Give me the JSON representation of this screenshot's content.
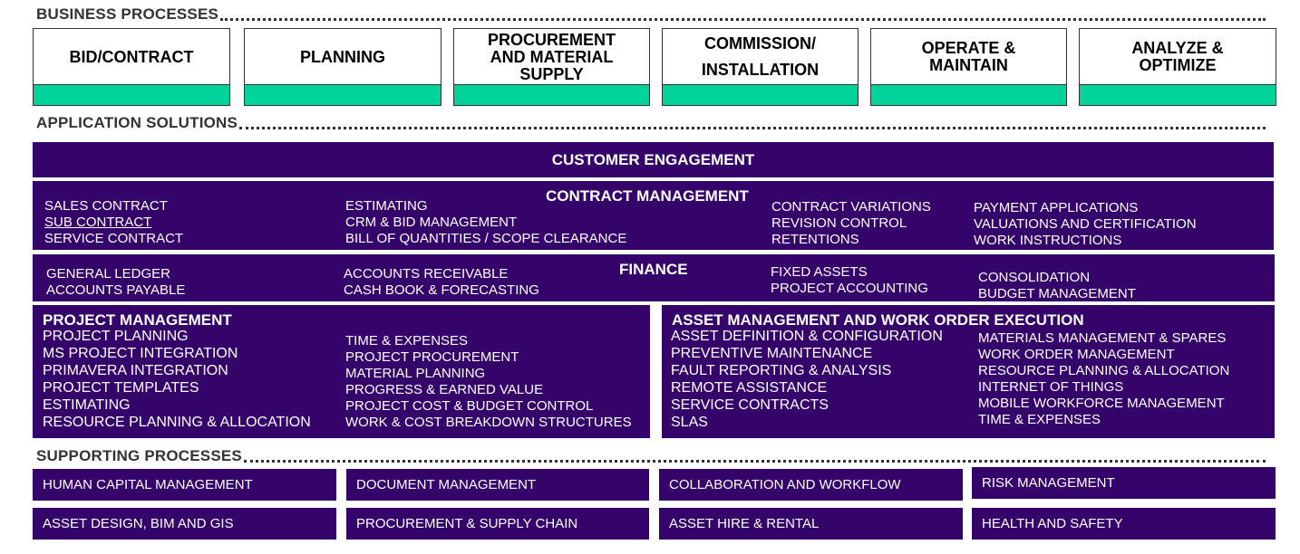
{
  "colors": {
    "purple": "#35046a",
    "green": "#00d39a",
    "text_dark": "#333333"
  },
  "sections": {
    "business": "BUSINESS PROCESSES",
    "application": "APPLICATION SOLUTIONS",
    "supporting": "SUPPORTING PROCESSES"
  },
  "business_processes": [
    {
      "label": "BID/CONTRACT"
    },
    {
      "label": "PLANNING"
    },
    {
      "label": "PROCUREMENT AND MATERIAL SUPPLY"
    },
    {
      "label": "COMMISSION/ INSTALLATION"
    },
    {
      "label": "OPERATE & MAINTAIN"
    },
    {
      "label": "ANALYZE & OPTIMIZE"
    }
  ],
  "customer_engagement": {
    "title": "CUSTOMER ENGAGEMENT"
  },
  "contract_management": {
    "title": "CONTRACT MANAGEMENT",
    "col1": [
      "SALES CONTRACT",
      "SUB CONTRACT",
      "SERVICE CONTRACT"
    ],
    "col2": [
      "ESTIMATING",
      "CRM & BID MANAGEMENT",
      "BILL OF QUANTITIES / SCOPE CLEARANCE"
    ],
    "col3": [
      "CONTRACT VARIATIONS",
      "REVISION CONTROL",
      "RETENTIONS"
    ],
    "col4": [
      "PAYMENT APPLICATIONS",
      "VALUATIONS AND CERTIFICATION",
      "WORK INSTRUCTIONS"
    ]
  },
  "finance": {
    "title": "FINANCE",
    "col1": [
      "GENERAL LEDGER",
      "ACCOUNTS PAYABLE"
    ],
    "col2": [
      "ACCOUNTS RECEIVABLE",
      "CASH BOOK & FORECASTING"
    ],
    "col3": [
      "FIXED ASSETS",
      "PROJECT ACCOUNTING"
    ],
    "col4": [
      "CONSOLIDATION",
      "BUDGET MANAGEMENT"
    ]
  },
  "project_management": {
    "title": "PROJECT MANAGEMENT",
    "col1": [
      "PROJECT PLANNING",
      "MS PROJECT INTEGRATION",
      "PRIMAVERA INTEGRATION",
      "PROJECT TEMPLATES",
      "ESTIMATING",
      "RESOURCE PLANNING & ALLOCATION"
    ],
    "col2": [
      "TIME & EXPENSES",
      "PROJECT PROCUREMENT",
      "MATERIAL PLANNING",
      "PROGRESS & EARNED VALUE",
      "PROJECT COST & BUDGET CONTROL",
      "WORK & COST BREAKDOWN STRUCTURES"
    ]
  },
  "asset_management": {
    "title": "ASSET MANAGEMENT AND WORK ORDER EXECUTION",
    "col1": [
      "ASSET DEFINITION & CONFIGURATION",
      "PREVENTIVE MAINTENANCE",
      "FAULT REPORTING & ANALYSIS",
      "REMOTE ASSISTANCE",
      "SERVICE CONTRACTS",
      "SLAS"
    ],
    "col2": [
      "MATERIALS MANAGEMENT & SPARES",
      "WORK ORDER MANAGEMENT",
      "RESOURCE PLANNING & ALLOCATION",
      "INTERNET OF THINGS",
      "MOBILE WORKFORCE MANAGEMENT",
      "TIME & EXPENSES"
    ]
  },
  "supporting_processes": [
    {
      "label": "HUMAN CAPITAL MANAGEMENT"
    },
    {
      "label": "DOCUMENT MANAGEMENT"
    },
    {
      "label": "COLLABORATION AND WORKFLOW"
    },
    {
      "label": "RISK MANAGEMENT"
    },
    {
      "label": "ASSET DESIGN, BIM AND GIS"
    },
    {
      "label": "PROCUREMENT & SUPPLY CHAIN"
    },
    {
      "label": "ASSET HIRE & RENTAL"
    },
    {
      "label": "HEALTH AND SAFETY"
    }
  ]
}
